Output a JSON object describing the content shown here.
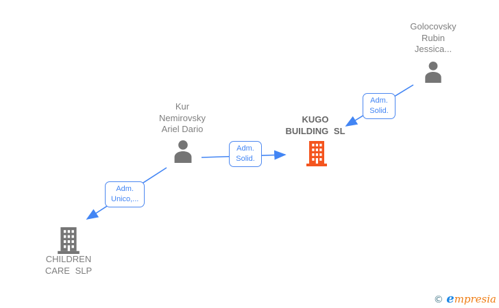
{
  "diagram": {
    "type": "corporate-relationship-graph",
    "colors": {
      "background": "#ffffff",
      "edge_blue": "#4285f4",
      "edge_label_border_blue": "#4a86f0",
      "edge_label_text_blue": "#4285f4",
      "person_name_gray": "#7f7f7f",
      "company_name_gray": "#666666",
      "icon_gray": "#757575",
      "building_orange": "#f4551f",
      "logo_copyright_teal": "#4e7f8f",
      "logo_e_blue": "#1e88e5",
      "logo_rest_orange": "#ef7d14"
    },
    "nodes": {
      "golocovsky": {
        "type": "person",
        "line1": "Golocovsky",
        "line2": "Rubin",
        "line3": "Jessica..."
      },
      "kur": {
        "type": "person",
        "line1": "Kur",
        "line2": "Nemirovsky",
        "line3": "Ariel Dario"
      },
      "kugo": {
        "type": "company",
        "line1": "KUGO",
        "line2": "BUILDING  SL"
      },
      "children": {
        "type": "company",
        "line1": "CHILDREN",
        "line2": "CARE  SLP"
      }
    },
    "edge_labels": {
      "kur_to_kugo": {
        "line1": "Adm.",
        "line2": "Solid."
      },
      "golocovsky_to_kugo": {
        "line1": "Adm.",
        "line2": "Solid."
      },
      "kur_to_children": {
        "line1": "Adm.",
        "line2": "Unico,..."
      }
    },
    "watermark": {
      "copyright": "©",
      "brand_e": "e",
      "brand_rest": "mpresia"
    }
  }
}
